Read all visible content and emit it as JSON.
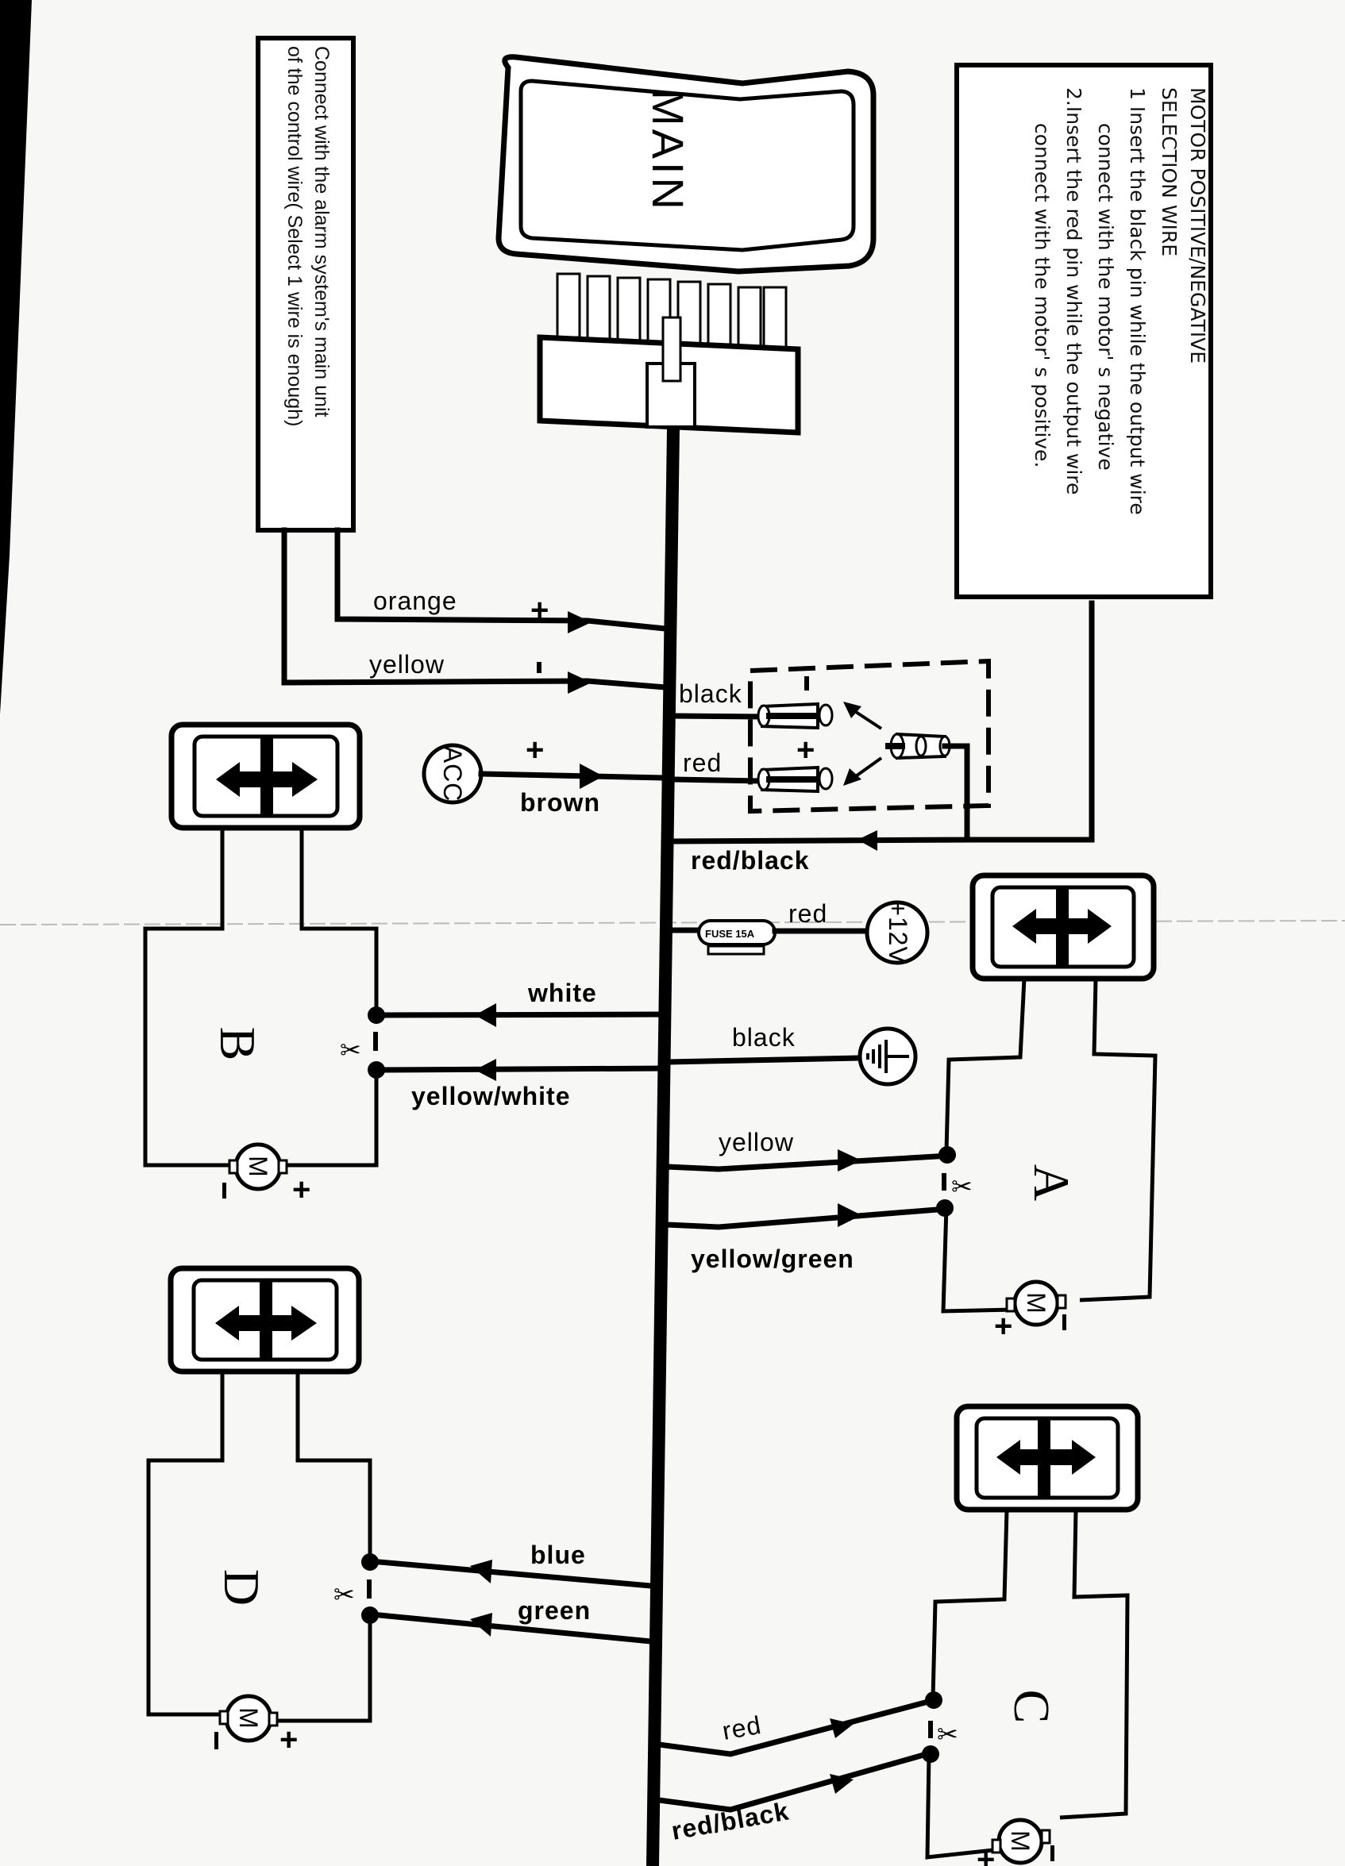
{
  "control_note": {
    "line1": "Connect with the alarm system's main unit",
    "line2": "of the control wire( Select 1 wire is enough)"
  },
  "selection_note": {
    "title1": "MOTOR POSITIVE/NEGATIVE",
    "title2": "SELECTION WIRE",
    "step1a": "1 Insert the black pin while the output wire",
    "step1b": "connect with the motor' s negative",
    "step2a": "2.Insert the red pin while the output wire",
    "step2b": "connect with the motor' s positive."
  },
  "main_unit": {
    "label": "MAIN"
  },
  "wires": {
    "orange": "orange",
    "yellow_trigger": "yellow",
    "brown": "brown",
    "black_pin": "black",
    "red_pin": "red",
    "red_black_common": "red/black",
    "red_power": "red",
    "black_ground": "black",
    "white": "white",
    "yellow_white": "yellow/white",
    "yellow_a": "yellow",
    "yellow_green": "yellow/green",
    "blue": "blue",
    "green": "green",
    "red_c": "red",
    "red_black_c": "red/black"
  },
  "polarity": {
    "plus": "+",
    "minus": "-"
  },
  "terminals": {
    "acc": "ACC",
    "plus12v": "+12V",
    "fuse": "FUSE 15A"
  },
  "actuators": {
    "a": {
      "label": "A",
      "motor": "M"
    },
    "b": {
      "label": "B",
      "motor": "M"
    },
    "c": {
      "label": "C",
      "motor": "M"
    },
    "d": {
      "label": "D",
      "motor": "M"
    }
  }
}
